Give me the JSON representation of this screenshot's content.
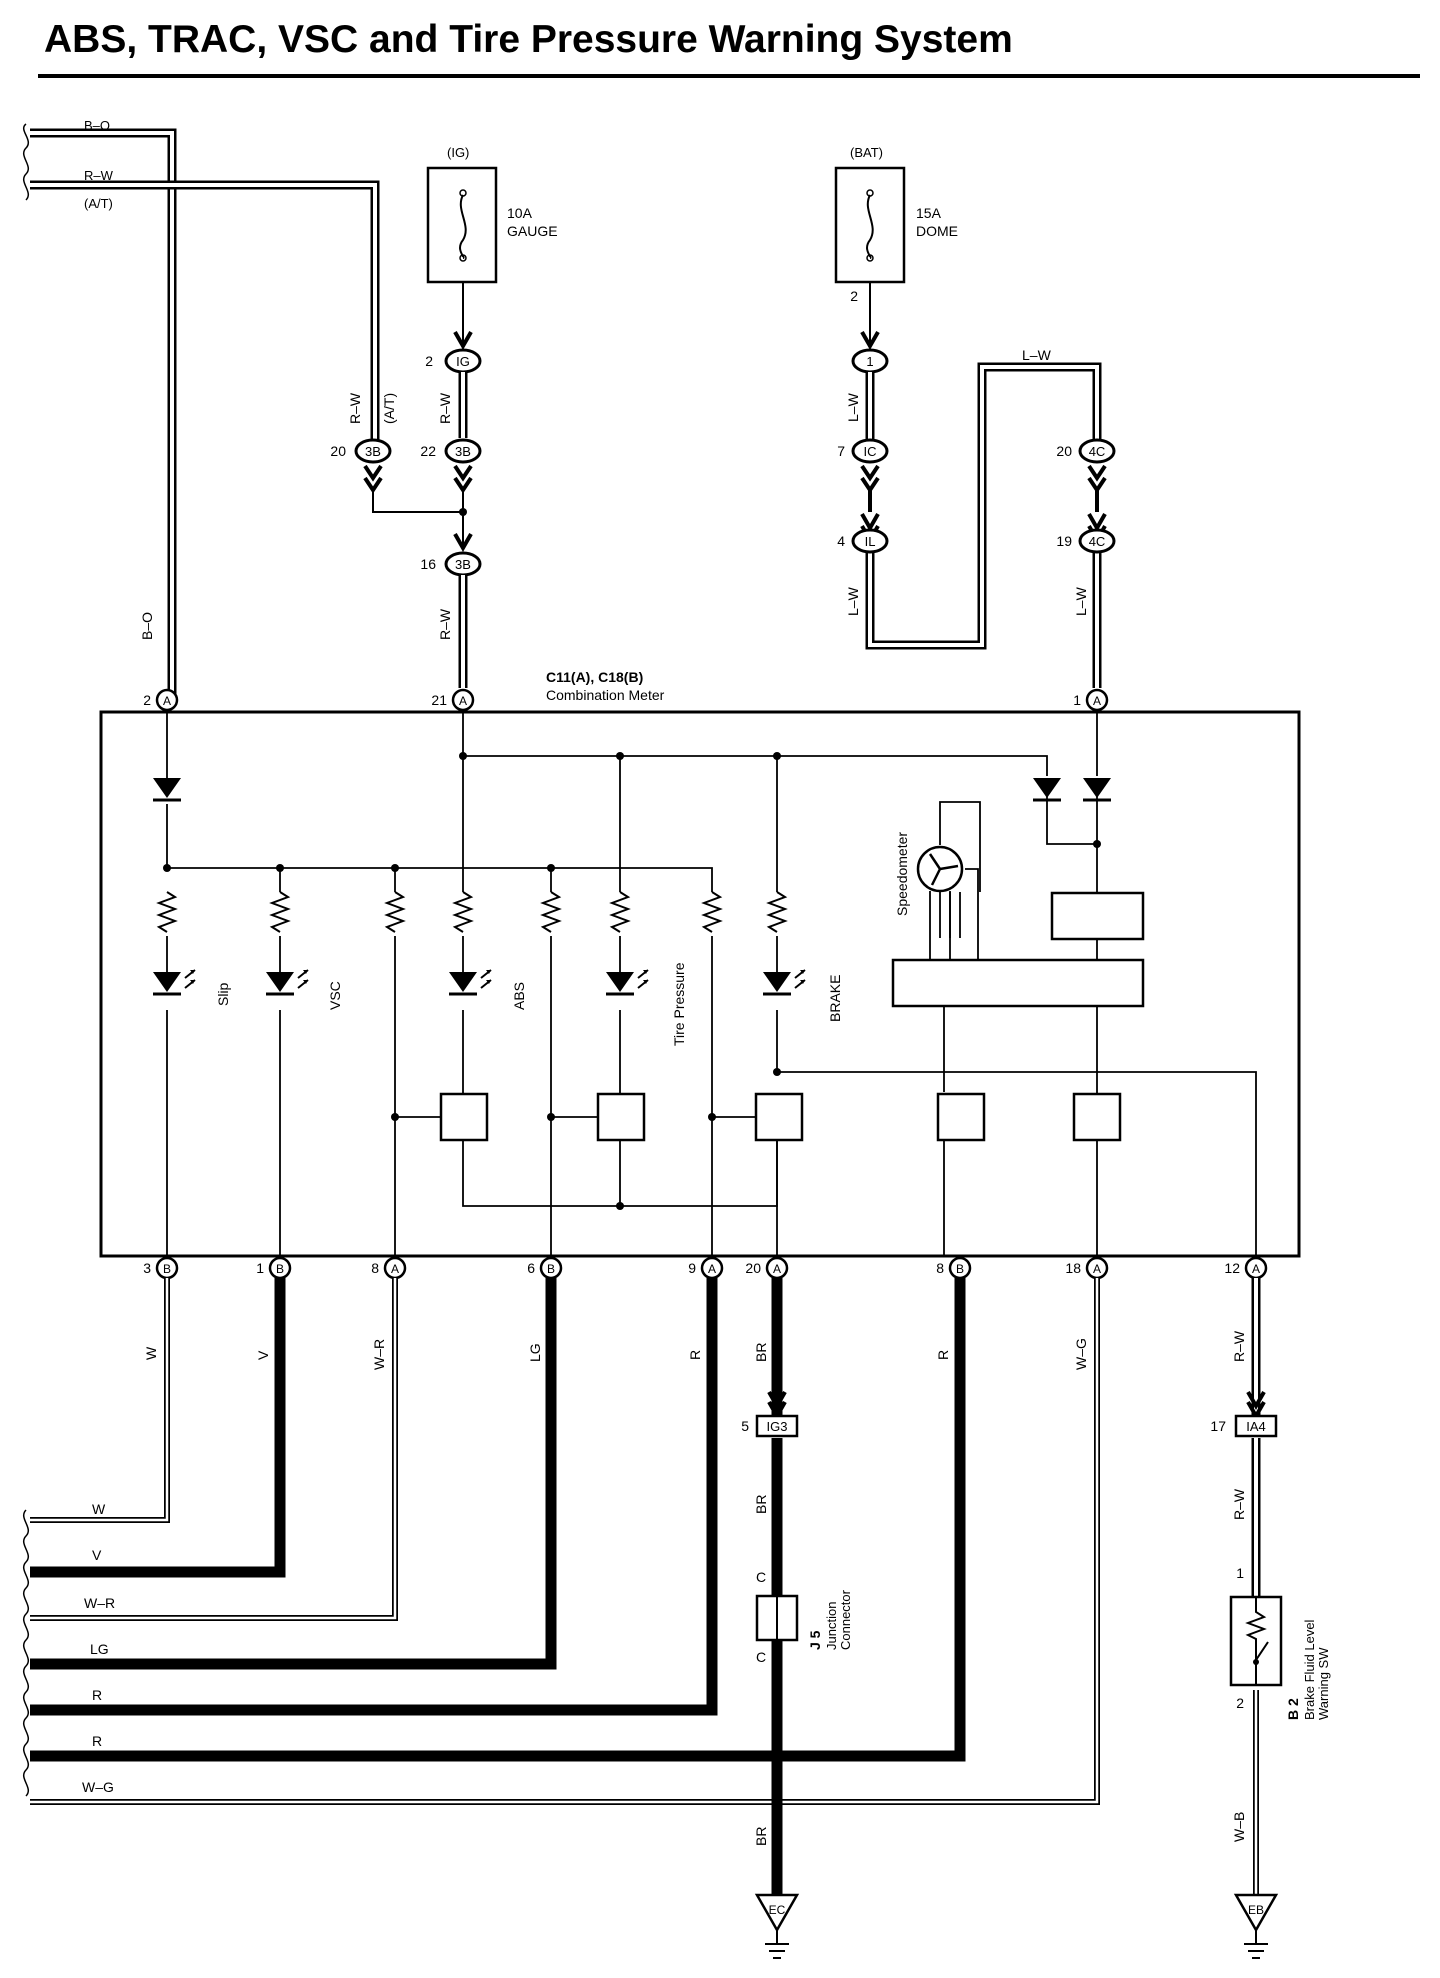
{
  "title": "ABS, TRAC, VSC and Tire Pressure Warning System",
  "fuses": {
    "gauge": {
      "source": "(IG)",
      "rating": "10A",
      "name": "GAUGE"
    },
    "dome": {
      "source": "(BAT)",
      "rating": "15A",
      "name": "DOME"
    }
  },
  "meter": {
    "connector": "C11(A), C18(B)",
    "name": "Combination Meter"
  },
  "lamps": {
    "slip": "Slip",
    "vsc": "VSC",
    "abs": "ABS",
    "tire": "Tire Pressure",
    "brake": "BRAKE"
  },
  "gauge_label": "Speedometer",
  "connectors": {
    "ig": "IG",
    "b3": "3B",
    "c4": "4C",
    "one": "1",
    "ic": "IC",
    "il": "IL",
    "a": "A",
    "b": "B",
    "ig3": "IG3",
    "ia4": "IA4"
  },
  "pins": {
    "ig2": "2",
    "b3_20": "20",
    "b3_22": "22",
    "b3_16": "16",
    "dome2": "2",
    "ic7": "7",
    "il4": "4",
    "c4_20": "20",
    "c4_19": "19",
    "top_a2": "2",
    "top_a21": "21",
    "top_a1": "1",
    "bot_b3": "3",
    "bot_b1": "1",
    "bot_a8": "8",
    "bot_b6": "6",
    "bot_a9": "9",
    "bot_a20": "20",
    "bot_b8": "8",
    "bot_a18": "18",
    "bot_a12": "12",
    "ig3_5": "5",
    "ia4_17": "17",
    "sw1": "1",
    "sw2": "2"
  },
  "wires": {
    "b_o": "B–O",
    "r_w": "R–W",
    "at": "(A/T)",
    "l_w": "L–W",
    "w": "W",
    "v": "V",
    "w_r": "W–R",
    "lg": "LG",
    "r": "R",
    "br": "BR",
    "w_g": "W–G",
    "w_b": "W–B"
  },
  "junction": {
    "id": "J 5",
    "name1": "Junction",
    "name2": "Connector",
    "pin": "C"
  },
  "switch": {
    "id": "B 2",
    "name1": "Brake Fluid Level",
    "name2": "Warning SW"
  },
  "grounds": {
    "ec": "EC",
    "eb": "EB"
  }
}
